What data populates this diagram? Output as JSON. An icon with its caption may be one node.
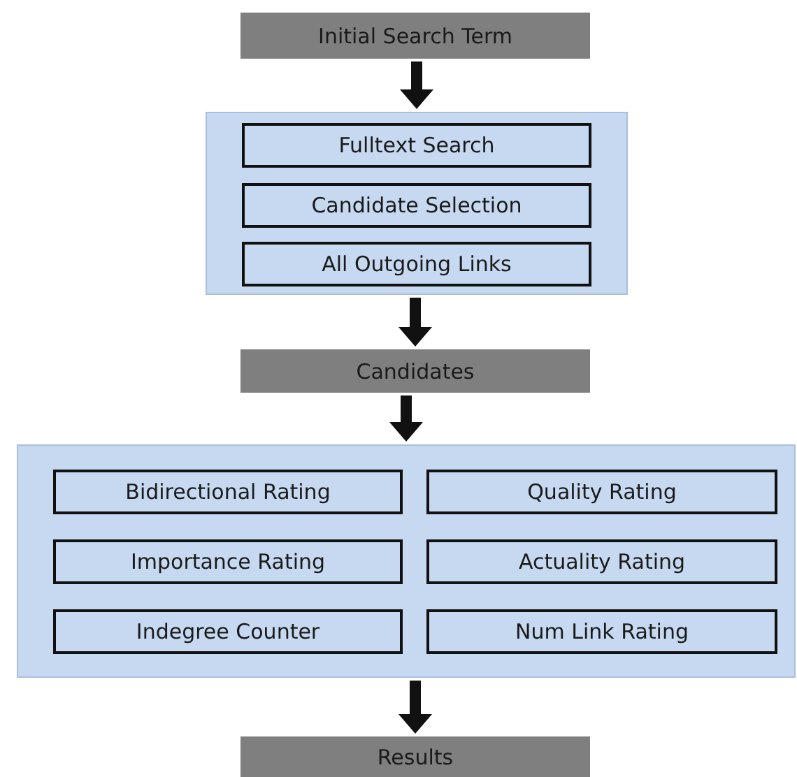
{
  "diagram": {
    "nodes": [
      {
        "text": [
          "Initial Search Term"
        ]
      },
      {
        "text": [],
        "shape": "box"
      },
      {
        "text": [
          "Fulltext Search"
        ],
        "in": 1
      },
      {
        "text": [
          "Candidate Selection"
        ],
        "in": 1
      },
      {
        "text": [
          "All Outgoing Links"
        ],
        "in": 1
      },
      {
        "text": [
          "Candidates"
        ]
      },
      {
        "text": [],
        "shape": "box"
      },
      {
        "text": [
          "Bidirectional Rating"
        ],
        "in": 6
      },
      {
        "text": [
          "Quality Rating"
        ],
        "in": 6
      },
      {
        "text": [
          "Importance Rating"
        ],
        "in": 6
      },
      {
        "text": [
          "Actuality Rating"
        ],
        "in": 6
      },
      {
        "text": [
          "Indegree Counter"
        ],
        "in": 6
      },
      {
        "text": [
          "Num Link Rating"
        ],
        "in": 6
      },
      {
        "text": [
          "Results"
        ]
      }
    ],
    "edges": [
      {
        "from": 0,
        "to": 1,
        "arrow": "to"
      },
      {
        "from": 1,
        "to": 5,
        "arrow": "to"
      },
      {
        "from": 5,
        "to": 6,
        "arrow": "to"
      },
      {
        "from": 6,
        "to": 13,
        "arrow": "to"
      }
    ]
  }
}
